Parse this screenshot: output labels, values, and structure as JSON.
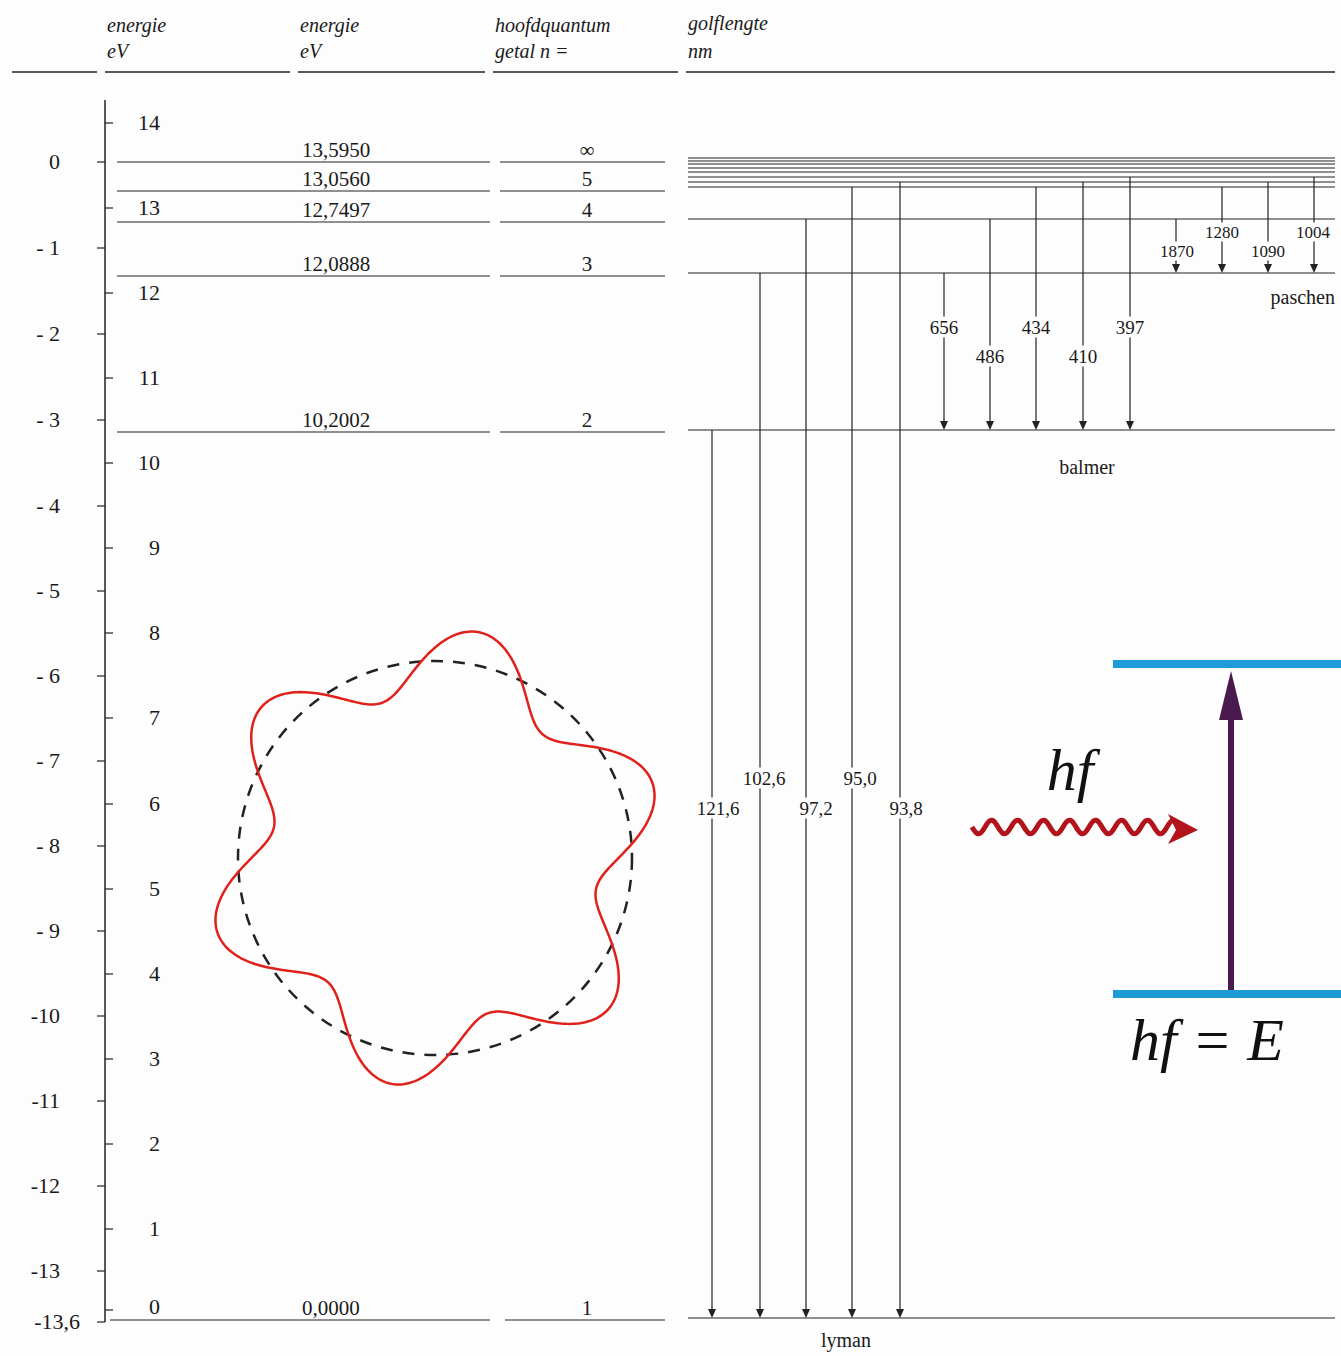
{
  "diagram": {
    "labels": [
      "energie",
      "eV",
      "energie",
      "eV",
      "hoofdquantum",
      "getal n =",
      "golflengte",
      "nm",
      "0",
      "- 1",
      "- 2",
      "- 3",
      "- 4",
      "- 5",
      "- 6",
      "- 7",
      "- 8",
      "- 9",
      "-10",
      "-11",
      "-12",
      "-13",
      "-13,6",
      "14",
      "13",
      "12",
      "11",
      "10",
      "9",
      "8",
      "7",
      "6",
      "5",
      "4",
      "3",
      "2",
      "1",
      "0",
      "13,5950",
      "13,0560",
      "12,7497",
      "12,0888",
      "10,2002",
      "0,0000",
      "∞",
      "5",
      "4",
      "3",
      "2",
      "1",
      "1280",
      "1004",
      "1870",
      "1090",
      "paschen",
      "656",
      "434",
      "397",
      "486",
      "410",
      "balmer",
      "102,6",
      "95,0",
      "121,6",
      "97,2",
      "93,8",
      "lyman",
      "hf",
      "hf = E"
    ]
  }
}
